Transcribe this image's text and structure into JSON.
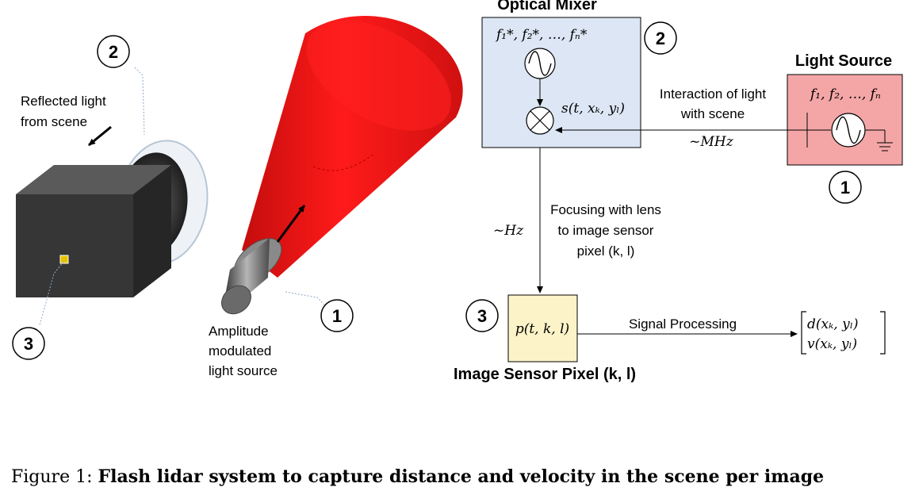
{
  "left_scene": {
    "camera_label_line1": "Reflected light",
    "camera_label_line2": "from scene",
    "light_label_line1": "Amplitude",
    "light_label_line2": "modulated",
    "light_label_line3": "light source",
    "marker_1": "1",
    "marker_2": "2",
    "marker_3": "3",
    "beam_color": "#ee1111"
  },
  "block_diagram": {
    "optical_mixer_title": "Optical Mixer",
    "optical_mixer_freqs": "f₁*, f₂*, …, fₙ*",
    "mixer_signal": "s(t, xₖ, yₗ)",
    "light_source_title": "Light Source",
    "light_source_freqs": "f₁, f₂, …, fₙ",
    "interaction_line1": "Interaction of light",
    "interaction_line2": "with scene",
    "mhz_label": "~MHz",
    "hz_label": "~Hz",
    "focus_line1": "Focusing with lens",
    "focus_line2": "to image sensor",
    "focus_line3": "pixel (k, l)",
    "pixel_signal": "p(t, k, l)",
    "signal_processing": "Signal Processing",
    "output_d": "d(xₖ, yₗ)",
    "output_v": "v(xₖ, yₗ)",
    "sensor_title": "Image Sensor Pixel (k, l)",
    "marker_1": "1",
    "marker_2": "2",
    "marker_3": "3",
    "mixer_color": "#dce6f4",
    "source_color": "#f4a6a6",
    "pixel_color": "#fcf3c8"
  },
  "caption": {
    "prefix": "Figure 1: ",
    "bold": "Flash lidar system to capture distance and velocity in the scene per image"
  }
}
